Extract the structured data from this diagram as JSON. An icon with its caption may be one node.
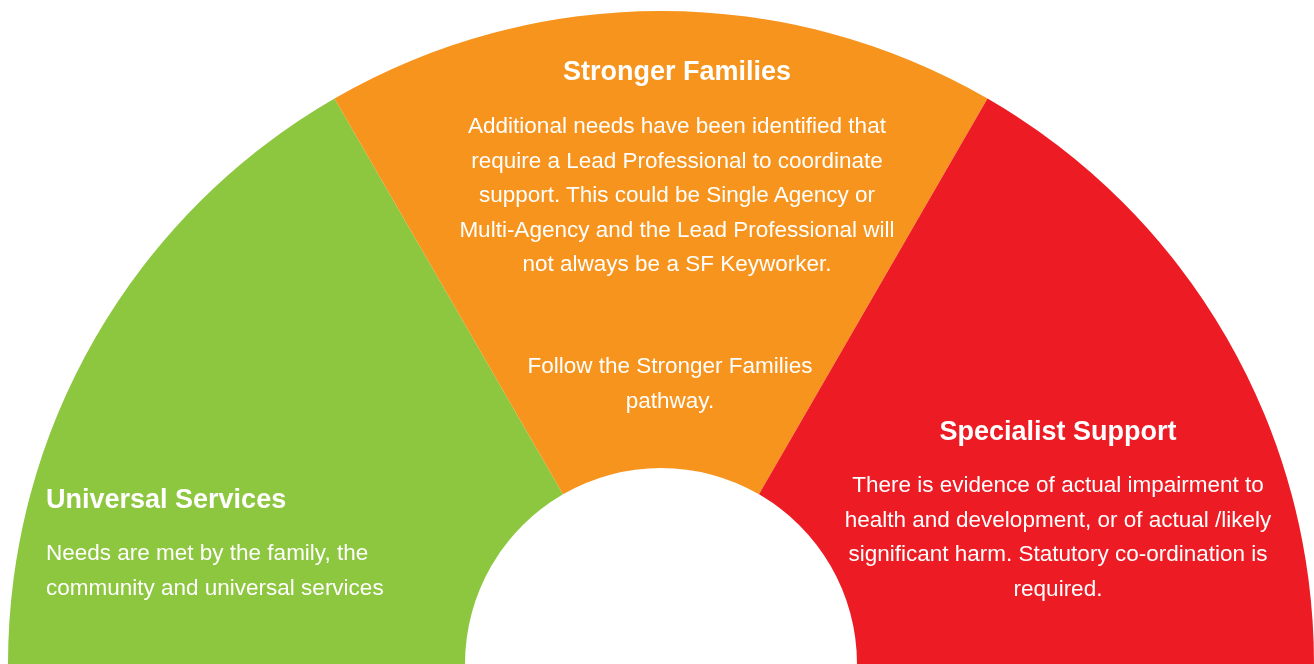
{
  "diagram": {
    "nodes": [
      {
        "text": [
          "Universal Services",
          "Needs are met by the family, the community and universal services"
        ]
      },
      {
        "text": [
          "Stronger Families",
          "Additional needs have been identified that require a Lead Professional to coordinate support. This could be Single Agency or Multi-Agency and the Lead Professional will not always be a SF Keyworker.",
          "Follow the Stronger Families pathway."
        ]
      },
      {
        "text": [
          "Specialist Support",
          "There is evidence of actual impairment to health and development, or of actual /likely significant harm. Statutory co-ordination is required."
        ]
      }
    ]
  }
}
